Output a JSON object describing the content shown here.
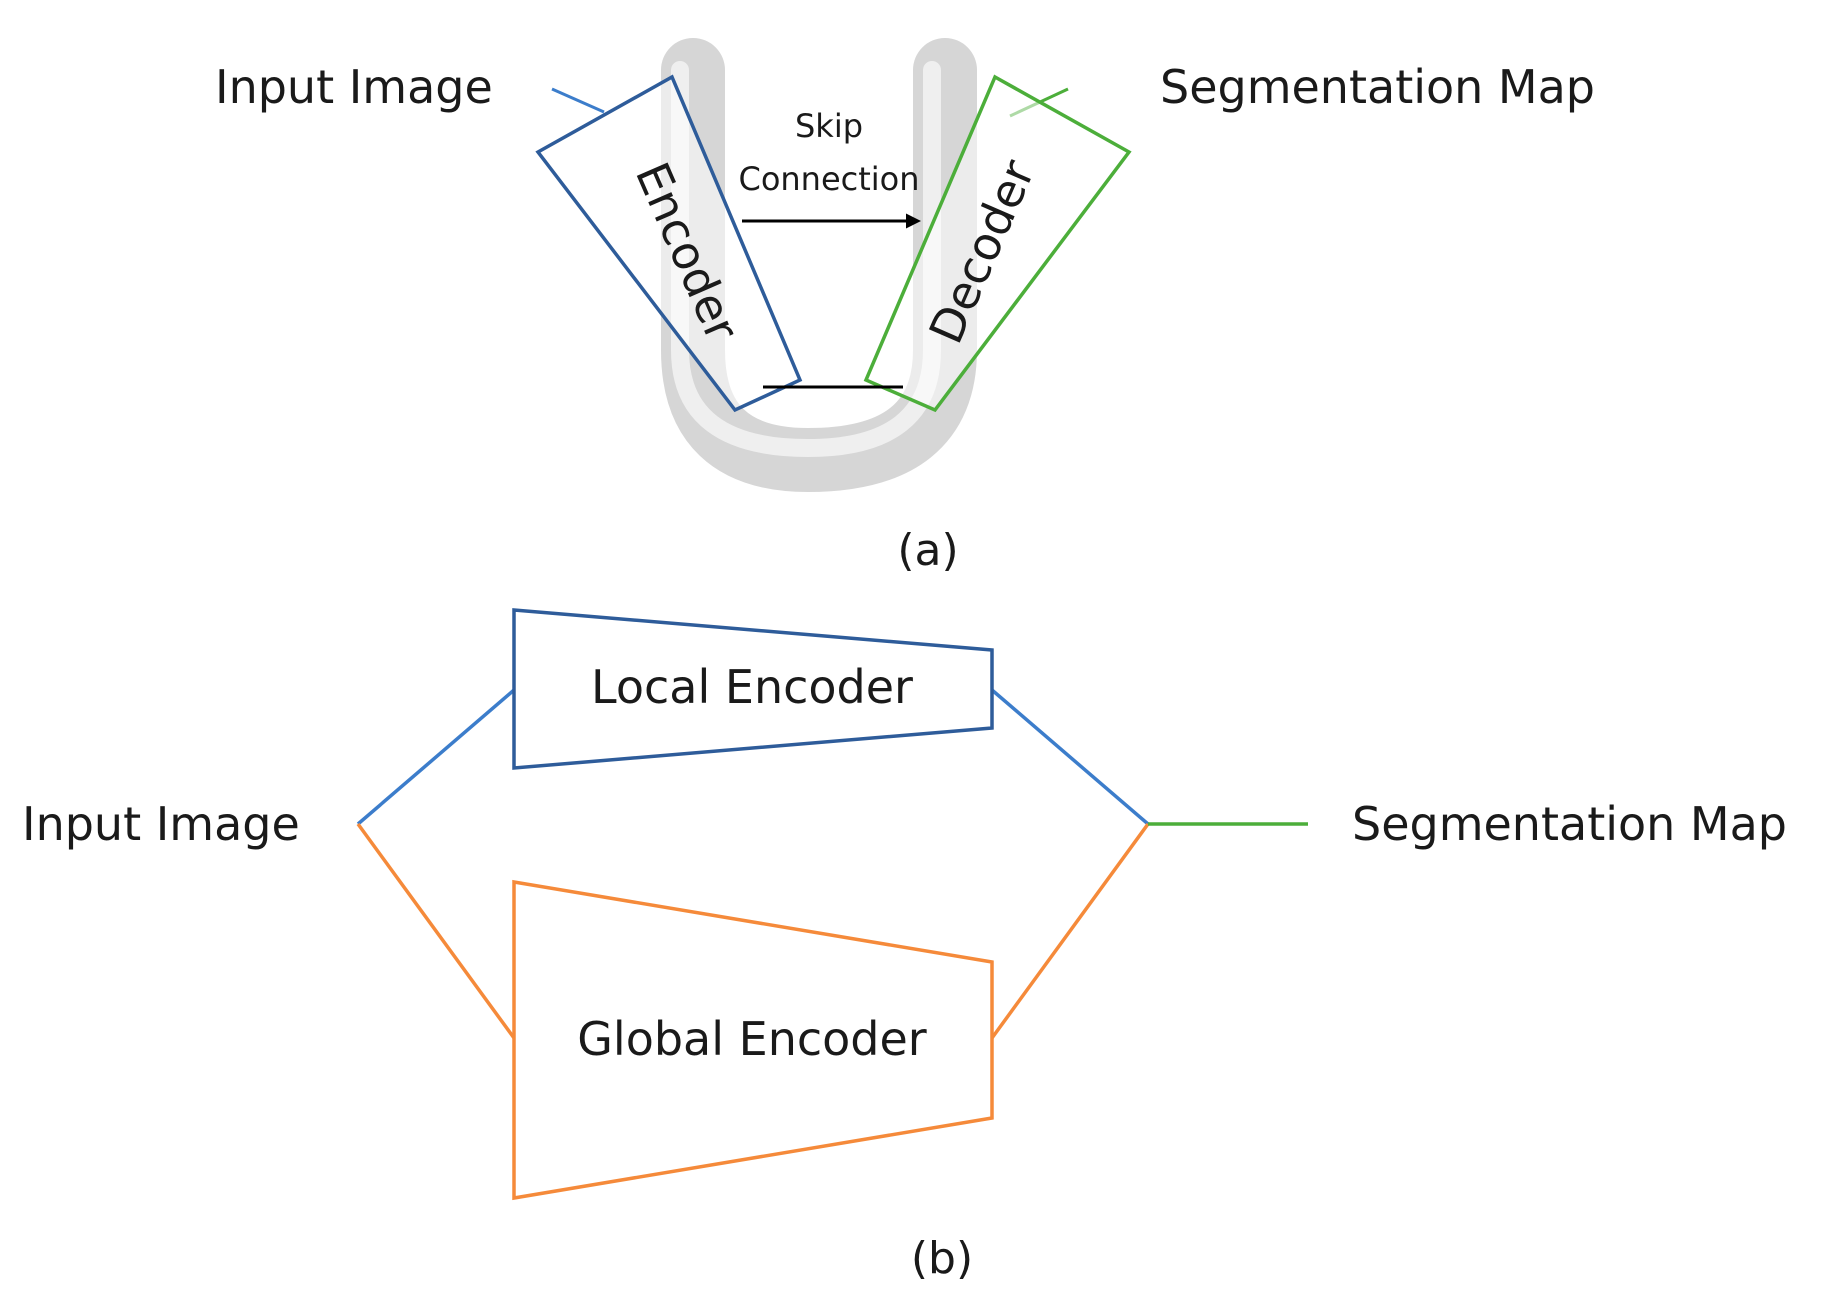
{
  "panel_a": {
    "input_label": "Input Image",
    "output_label": "Segmentation Map",
    "encoder_label": "Encoder",
    "decoder_label": "Decoder",
    "skip_label_line1": "Skip",
    "skip_label_line2": "Connection",
    "caption": "(a)"
  },
  "panel_b": {
    "input_label": "Input Image",
    "output_label": "Segmentation Map",
    "local_encoder_label": "Local Encoder",
    "global_encoder_label": "Global Encoder",
    "caption": "(b)"
  },
  "colors": {
    "encoder_blue": "#2e5c9a",
    "input_line_blue": "#3c7dcb",
    "decoder_green": "#4cae3a",
    "global_orange": "#f58a3a",
    "u_shape_gray": "#d9d9d9",
    "text": "#1a1a1a"
  }
}
